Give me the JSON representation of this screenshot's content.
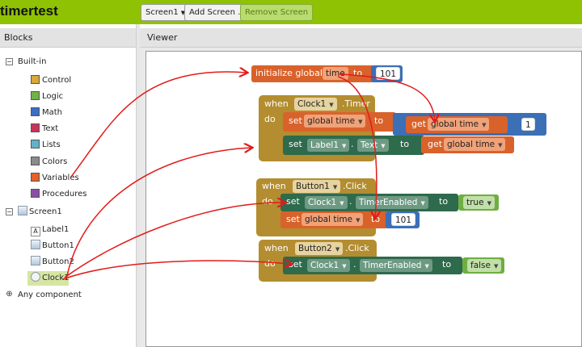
{
  "app": {
    "title": "timertest"
  },
  "toolbar": {
    "screen_selector": "Screen1",
    "add_screen": "Add Screen ...",
    "remove_screen": "Remove Screen"
  },
  "blocks_panel": {
    "header": "Blocks",
    "builtin_label": "Built-in",
    "builtin_items": [
      {
        "label": "Control",
        "color": "#d9a73a"
      },
      {
        "label": "Logic",
        "color": "#71b24a"
      },
      {
        "label": "Math",
        "color": "#3c6ec2"
      },
      {
        "label": "Text",
        "color": "#c7345a"
      },
      {
        "label": "Lists",
        "color": "#63b1c9"
      },
      {
        "label": "Colors",
        "color": "#8b8b8b"
      },
      {
        "label": "Variables",
        "color": "#e2612c"
      },
      {
        "label": "Procedures",
        "color": "#8a4fa4"
      }
    ],
    "screen_label": "Screen1",
    "components": [
      {
        "label": "Label1",
        "icon": "label-icon"
      },
      {
        "label": "Button1",
        "icon": "button-icon"
      },
      {
        "label": "Button2",
        "icon": "button-icon"
      },
      {
        "label": "Clock1",
        "icon": "clock-icon"
      }
    ],
    "any_component": "Any component"
  },
  "viewer": {
    "header": "Viewer",
    "blocks": {
      "init": {
        "keyword": "initialize global",
        "var": "time",
        "to": "to",
        "value": "101"
      },
      "timer_event": {
        "when": "when",
        "component": "Clock1",
        "event": ".Timer",
        "do": "do",
        "set1": {
          "set": "set",
          "target": "global time",
          "to": "to",
          "get": "get",
          "get_var": "global time",
          "op": "-",
          "value": "1"
        },
        "set2": {
          "set": "set",
          "component": "Label1",
          "dot": ".",
          "prop": "Text",
          "to": "to",
          "get": "get",
          "get_var": "global time"
        }
      },
      "button1_event": {
        "when": "when",
        "component": "Button1",
        "event": ".Click",
        "do": "do",
        "set1": {
          "set": "set",
          "component": "Clock1",
          "dot": ".",
          "prop": "TimerEnabled",
          "to": "to",
          "value": "true"
        },
        "set2": {
          "set": "set",
          "target": "global time",
          "to": "to",
          "value": "101"
        }
      },
      "button2_event": {
        "when": "when",
        "component": "Button2",
        "event": ".Click",
        "do": "do",
        "set1": {
          "set": "set",
          "component": "Clock1",
          "dot": ".",
          "prop": "TimerEnabled",
          "to": "to",
          "value": "false"
        }
      }
    }
  },
  "colors": {
    "topbar": "#8fc202",
    "variable_block": "#d9622b",
    "event_block": "#b38d2f",
    "component_block": "#2e6a4c",
    "math_block": "#3b6fb6",
    "logic_block": "#6fae42",
    "annotation_arrow": "#e21b1b"
  }
}
